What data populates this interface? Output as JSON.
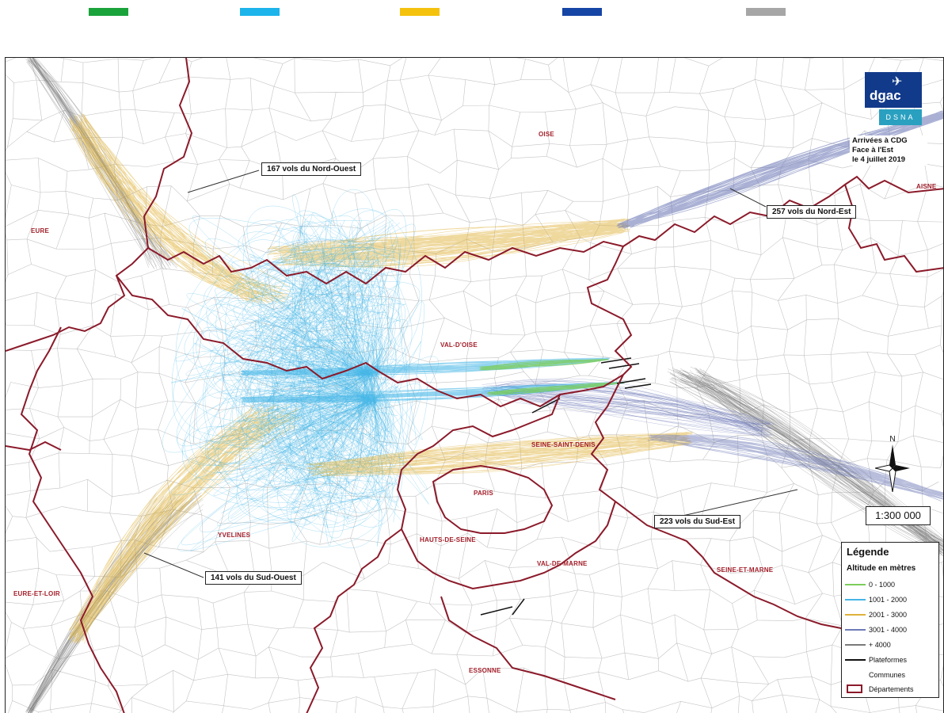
{
  "top_swatches": [
    {
      "name": "green",
      "color": "#1aa33b"
    },
    {
      "name": "cyan",
      "color": "#1cb4ea"
    },
    {
      "name": "yellow",
      "color": "#f4c20d"
    },
    {
      "name": "blue",
      "color": "#1545a5"
    },
    {
      "name": "grey",
      "color": "#a6a6a6"
    }
  ],
  "logo": {
    "text": "dgac",
    "subtext": "DSNA",
    "brand_color": "#123a8a",
    "accent_color": "#2aa0c0"
  },
  "title_lines": [
    "Arrivées à CDG",
    "Face à l'Est",
    "le 4 juillet 2019"
  ],
  "scale": "1:300 000",
  "compass_label": "N",
  "departments": [
    {
      "id": "oise",
      "label": "OISE"
    },
    {
      "id": "aisne",
      "label": "AISNE"
    },
    {
      "id": "eure",
      "label": "EURE"
    },
    {
      "id": "val-doise",
      "label": "VAL-D'OISE"
    },
    {
      "id": "seine-saint-denis",
      "label": "SEINE-SAINT-DENIS"
    },
    {
      "id": "paris",
      "label": "PARIS"
    },
    {
      "id": "hauts-de-seine",
      "label": "HAUTS-DE-SEINE"
    },
    {
      "id": "val-de-marne",
      "label": "VAL-DE-MARNE"
    },
    {
      "id": "yvelines",
      "label": "YVELINES"
    },
    {
      "id": "seine-et-marne",
      "label": "SEINE-ET-MARNE"
    },
    {
      "id": "eure-et-loir",
      "label": "EURE-ET-LOIR"
    },
    {
      "id": "essonne",
      "label": "ESSONNE"
    }
  ],
  "callouts": {
    "nord_ouest": "167 vols du Nord-Ouest",
    "nord_est": "257 vols du Nord-Est",
    "sud_est": "223 vols du Sud-Est",
    "sud_ouest": "141 vols du Sud-Ouest"
  },
  "legend": {
    "title": "Légende",
    "subtitle": "Altitude en mètres",
    "items": [
      {
        "label": "0 - 1000",
        "color": "#7ccd5b",
        "kind": "line"
      },
      {
        "label": "1001 - 2000",
        "color": "#45b5e6",
        "kind": "line"
      },
      {
        "label": "2001 - 3000",
        "color": "#e0b23a",
        "kind": "line"
      },
      {
        "label": "3001 - 4000",
        "color": "#6f7bb8",
        "kind": "line"
      },
      {
        "label": "+ 4000",
        "color": "#7a7a7a",
        "kind": "line"
      },
      {
        "label": "Plateformes",
        "color": "#111111",
        "kind": "line"
      },
      {
        "label": "Communes",
        "color": "#bbbbbb",
        "kind": "none"
      },
      {
        "label": "Départements",
        "color": "#8b1a2a",
        "kind": "rect"
      }
    ]
  },
  "colors": {
    "department_border": "#8b1a2a",
    "commune_border": "#c4c4c4",
    "track_low": "#7ccd5b",
    "track_1000_2000": "#45b5e6",
    "track_2000_3000": "#e0b23a",
    "track_3000_4000": "#6f7bb8",
    "track_high": "#7a7a7a"
  }
}
